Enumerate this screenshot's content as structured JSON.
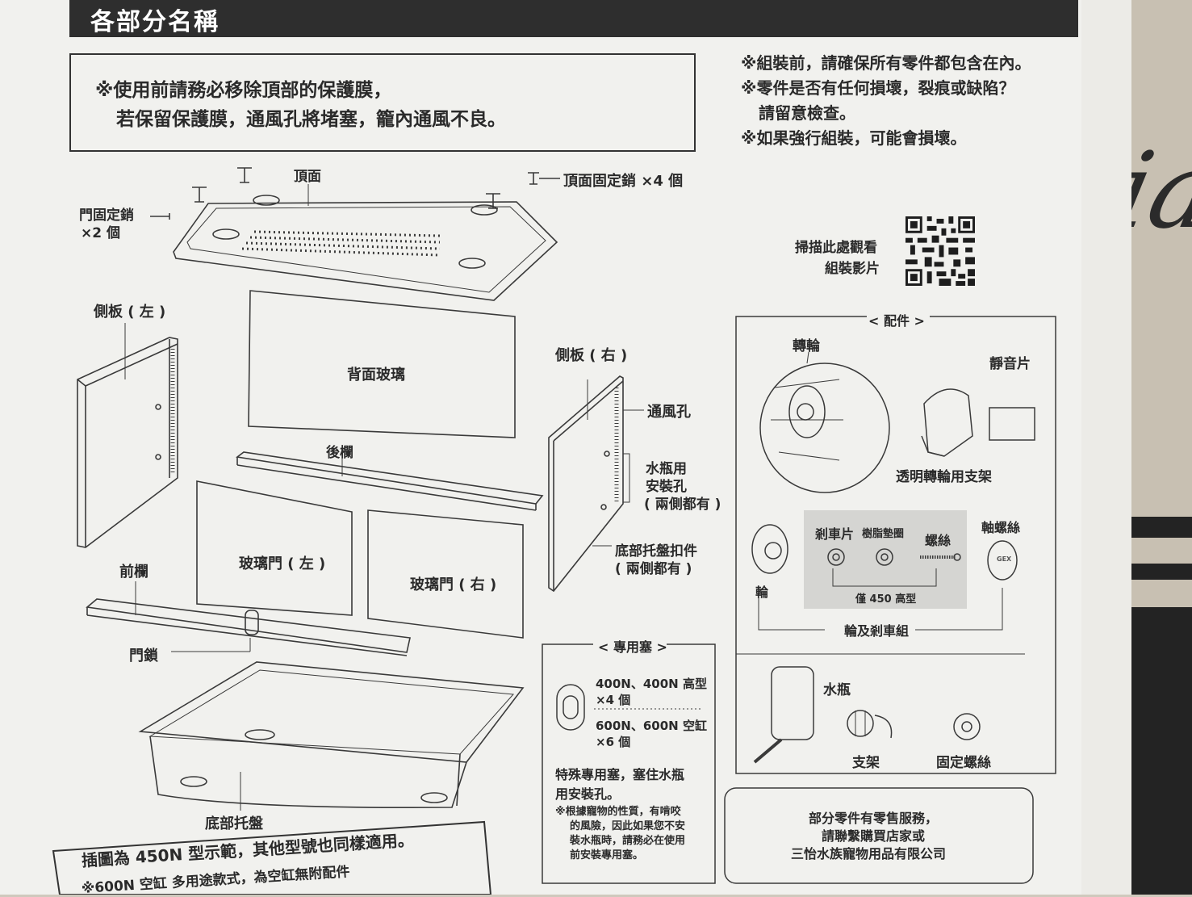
{
  "header": {
    "title": "各部分名稱"
  },
  "warning": {
    "line1": "※使用前請務必移除頂部的保護膜，",
    "line2": "若保留保護膜，通風孔將堵塞，籠內通風不良。"
  },
  "notes": [
    "※組裝前，請確保所有零件都包含在內。",
    "※零件是否有任何損壞，裂痕或缺陷？",
    "請留意檢查。",
    "※如果強行組裝，可能會損壞。"
  ],
  "qr": {
    "line1": "掃描此處觀看",
    "line2": "組裝影片"
  },
  "parts": {
    "top": "頂面",
    "top_pin": "頂面固定銷 ×4 個",
    "door_pin_1": "門固定銷",
    "door_pin_2": "×2 個",
    "side_left": "側板 ( 左 )",
    "back_glass": "背面玻璃",
    "side_right": "側板 ( 右 )",
    "vent": "通風孔",
    "bottle_hole_1": "水瓶用",
    "bottle_hole_2": "安裝孔",
    "bottle_hole_3": "( 兩側都有 )",
    "rear_rail": "後欄",
    "front_rail": "前欄",
    "glass_door_left": "玻璃門 ( 左 )",
    "glass_door_right": "玻璃門 ( 右 )",
    "tray_clip_1": "底部托盤扣件",
    "tray_clip_2": "( 兩側都有 )",
    "door_lock": "門鎖",
    "bottom_tray": "底部托盤"
  },
  "footer": {
    "line1": "插圖為 450N 型示範，其他型號也同樣適用。",
    "line2": "※600N 空缸 多用途款式，為空缸無附配件"
  },
  "stopper": {
    "title": "< 專用塞 >",
    "opt1_line1": "400N、400N 高型",
    "opt1_line2": "×4 個",
    "opt2_line1": "600N、600N 空缸",
    "opt2_line2": "×6 個",
    "desc1": "特殊專用塞，塞住水瓶",
    "desc2": "用安裝孔。",
    "note1": "※根據寵物的性質，有啃咬",
    "note2": "的風險，因此如果您不安",
    "note3": "裝水瓶時，請務必在使用",
    "note4": "前安裝專用塞。"
  },
  "accessories": {
    "title": "< 配件 >",
    "wheel": "轉輪",
    "silencer": "靜音片",
    "wheel_stand": "透明轉輪用支架",
    "brake": "剎車片",
    "resin_washer": "樹脂墊圈",
    "screw": "螺絲",
    "axle_screw": "軸螺絲",
    "axle_cap_mark": "GEX",
    "wheel_part": "輪",
    "only_450": "僅 450 高型",
    "wheel_brake_set": "輪及剎車組",
    "bottle": "水瓶",
    "bracket": "支架",
    "fix_screw": "固定螺絲"
  },
  "retail": {
    "line1": "部分零件有零售服務，",
    "line2": "請聯繫購買店家或",
    "line3": "三怡水族寵物用品有限公司"
  }
}
